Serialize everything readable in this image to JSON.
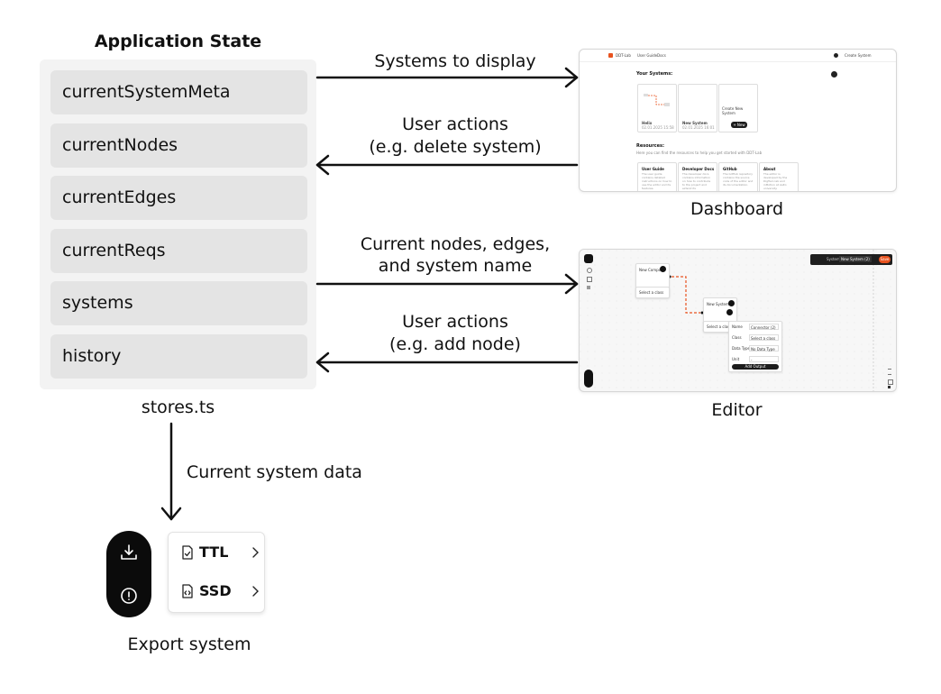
{
  "state": {
    "title": "Application State",
    "items": [
      "currentSystemMeta",
      "currentNodes",
      "currentEdges",
      "currentReqs",
      "systems",
      "history"
    ],
    "file_label": "stores.ts"
  },
  "arrows": {
    "systems_to_display": "Systems to display",
    "user_actions_1_line1": "User actions",
    "user_actions_1_line2": "(e.g. delete system)",
    "current_nodes_line1": "Current nodes, edges,",
    "current_nodes_line2": "and system name",
    "user_actions_2_line1": "User actions",
    "user_actions_2_line2": "(e.g. add node)",
    "current_system_data": "Current system data"
  },
  "dashboard": {
    "caption": "Dashboard",
    "nav": [
      "DDT-Lab",
      "User Guide",
      "Docs"
    ],
    "create_link": "Create System",
    "your_systems": "Your Systems:",
    "systems": [
      {
        "name": "Helix",
        "date": "02.01.2025 15:58"
      },
      {
        "name": "New System",
        "date": "02.01.2025 16:01"
      }
    ],
    "create_new": "Create New System",
    "new_button": "+ New",
    "resources_title": "Resources:",
    "resources_sub": "Here you can find the resources to help you get started with DDT-Lab",
    "resources": [
      {
        "title": "User Guide",
        "text": "The user guide contains detailed instructions on how to use the editor and its features."
      },
      {
        "title": "Developer Docs",
        "text": "The developer docs contains information on how to contribute to the project and extend its functionality."
      },
      {
        "title": "GitHub",
        "text": "The GitHub repository contains the source code of the editor and its documentation."
      },
      {
        "title": "About",
        "text": "The editor is developed by the DigTwin lab and inMotion at Aalto university."
      }
    ]
  },
  "editor": {
    "caption": "Editor",
    "system_label": "System",
    "system_name": "New System (2)",
    "save": "Save",
    "node1_title": "New Compon",
    "node1_select": "Select a class",
    "node2_title": "New System",
    "node2_select": "Select a class",
    "form_rows": [
      {
        "label": "Name",
        "value": "Connector (2)"
      },
      {
        "label": "Class",
        "value": "Select a class"
      },
      {
        "label": "Data Type",
        "value": "No Data Type"
      },
      {
        "label": "Unit",
        "value": "-"
      }
    ],
    "add_output": "Add Output"
  },
  "export": {
    "caption": "Export system",
    "options": [
      "TTL",
      "SSD"
    ],
    "icons": [
      "download-icon",
      "alert-circle-icon",
      "file-check-icon",
      "file-code-icon",
      "chevron-right-icon"
    ]
  },
  "colors": {
    "accent": "#e8531f",
    "panel": "#f3f3f3",
    "item": "#e4e4e4",
    "dark": "#0b0b0b"
  }
}
